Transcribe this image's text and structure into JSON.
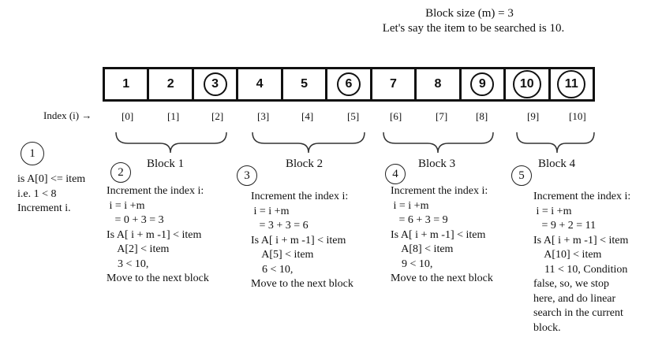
{
  "header": {
    "line1": "Block size (m) = 3",
    "line2": "Let's say the item to be searched is 10."
  },
  "array": {
    "values": [
      "1",
      "2",
      "3",
      "4",
      "5",
      "6",
      "7",
      "8",
      "9",
      "10",
      "11"
    ],
    "circled": [
      false,
      false,
      true,
      false,
      false,
      true,
      false,
      false,
      true,
      true,
      true
    ]
  },
  "index_label": "Index (i) →",
  "indices": [
    "[0]",
    "[1]",
    "[2]",
    "[3]",
    "[4]",
    "[5]",
    "[6]",
    "[7]",
    "[8]",
    "[9]",
    "[10]"
  ],
  "blocks": [
    "Block 1",
    "Block 2",
    "Block 3",
    "Block 4"
  ],
  "steps": [
    {
      "number": "1",
      "text": "is A[0] <= item\ni.e. 1 < 8\nIncrement i."
    },
    {
      "number": "2",
      "text": "Increment the index i:\n i = i +m\n   = 0 + 3 = 3\nIs A[ i + m -1] < item\n    A[2] < item\n    3 < 10,\nMove to the next block"
    },
    {
      "number": "3",
      "text": "Increment the index i:\n i = i +m\n   = 3 + 3 = 6\nIs A[ i + m -1] < item\n    A[5] < item\n    6 < 10,\nMove to the next block"
    },
    {
      "number": "4",
      "text": "Increment the index i:\n i = i +m\n   = 6 + 3 = 9\nIs A[ i + m -1] < item\n    A[8] < item\n    9 < 10,\nMove to the next block"
    },
    {
      "number": "5",
      "text": "Increment the index i:\n i = i +m\n   = 9 + 2 = 11\nIs A[ i + m -1] < item\n    A[10] < item\n    11 < 10, Condition\nfalse, so, we stop\nhere, and do linear\nsearch in the current\nblock."
    }
  ]
}
